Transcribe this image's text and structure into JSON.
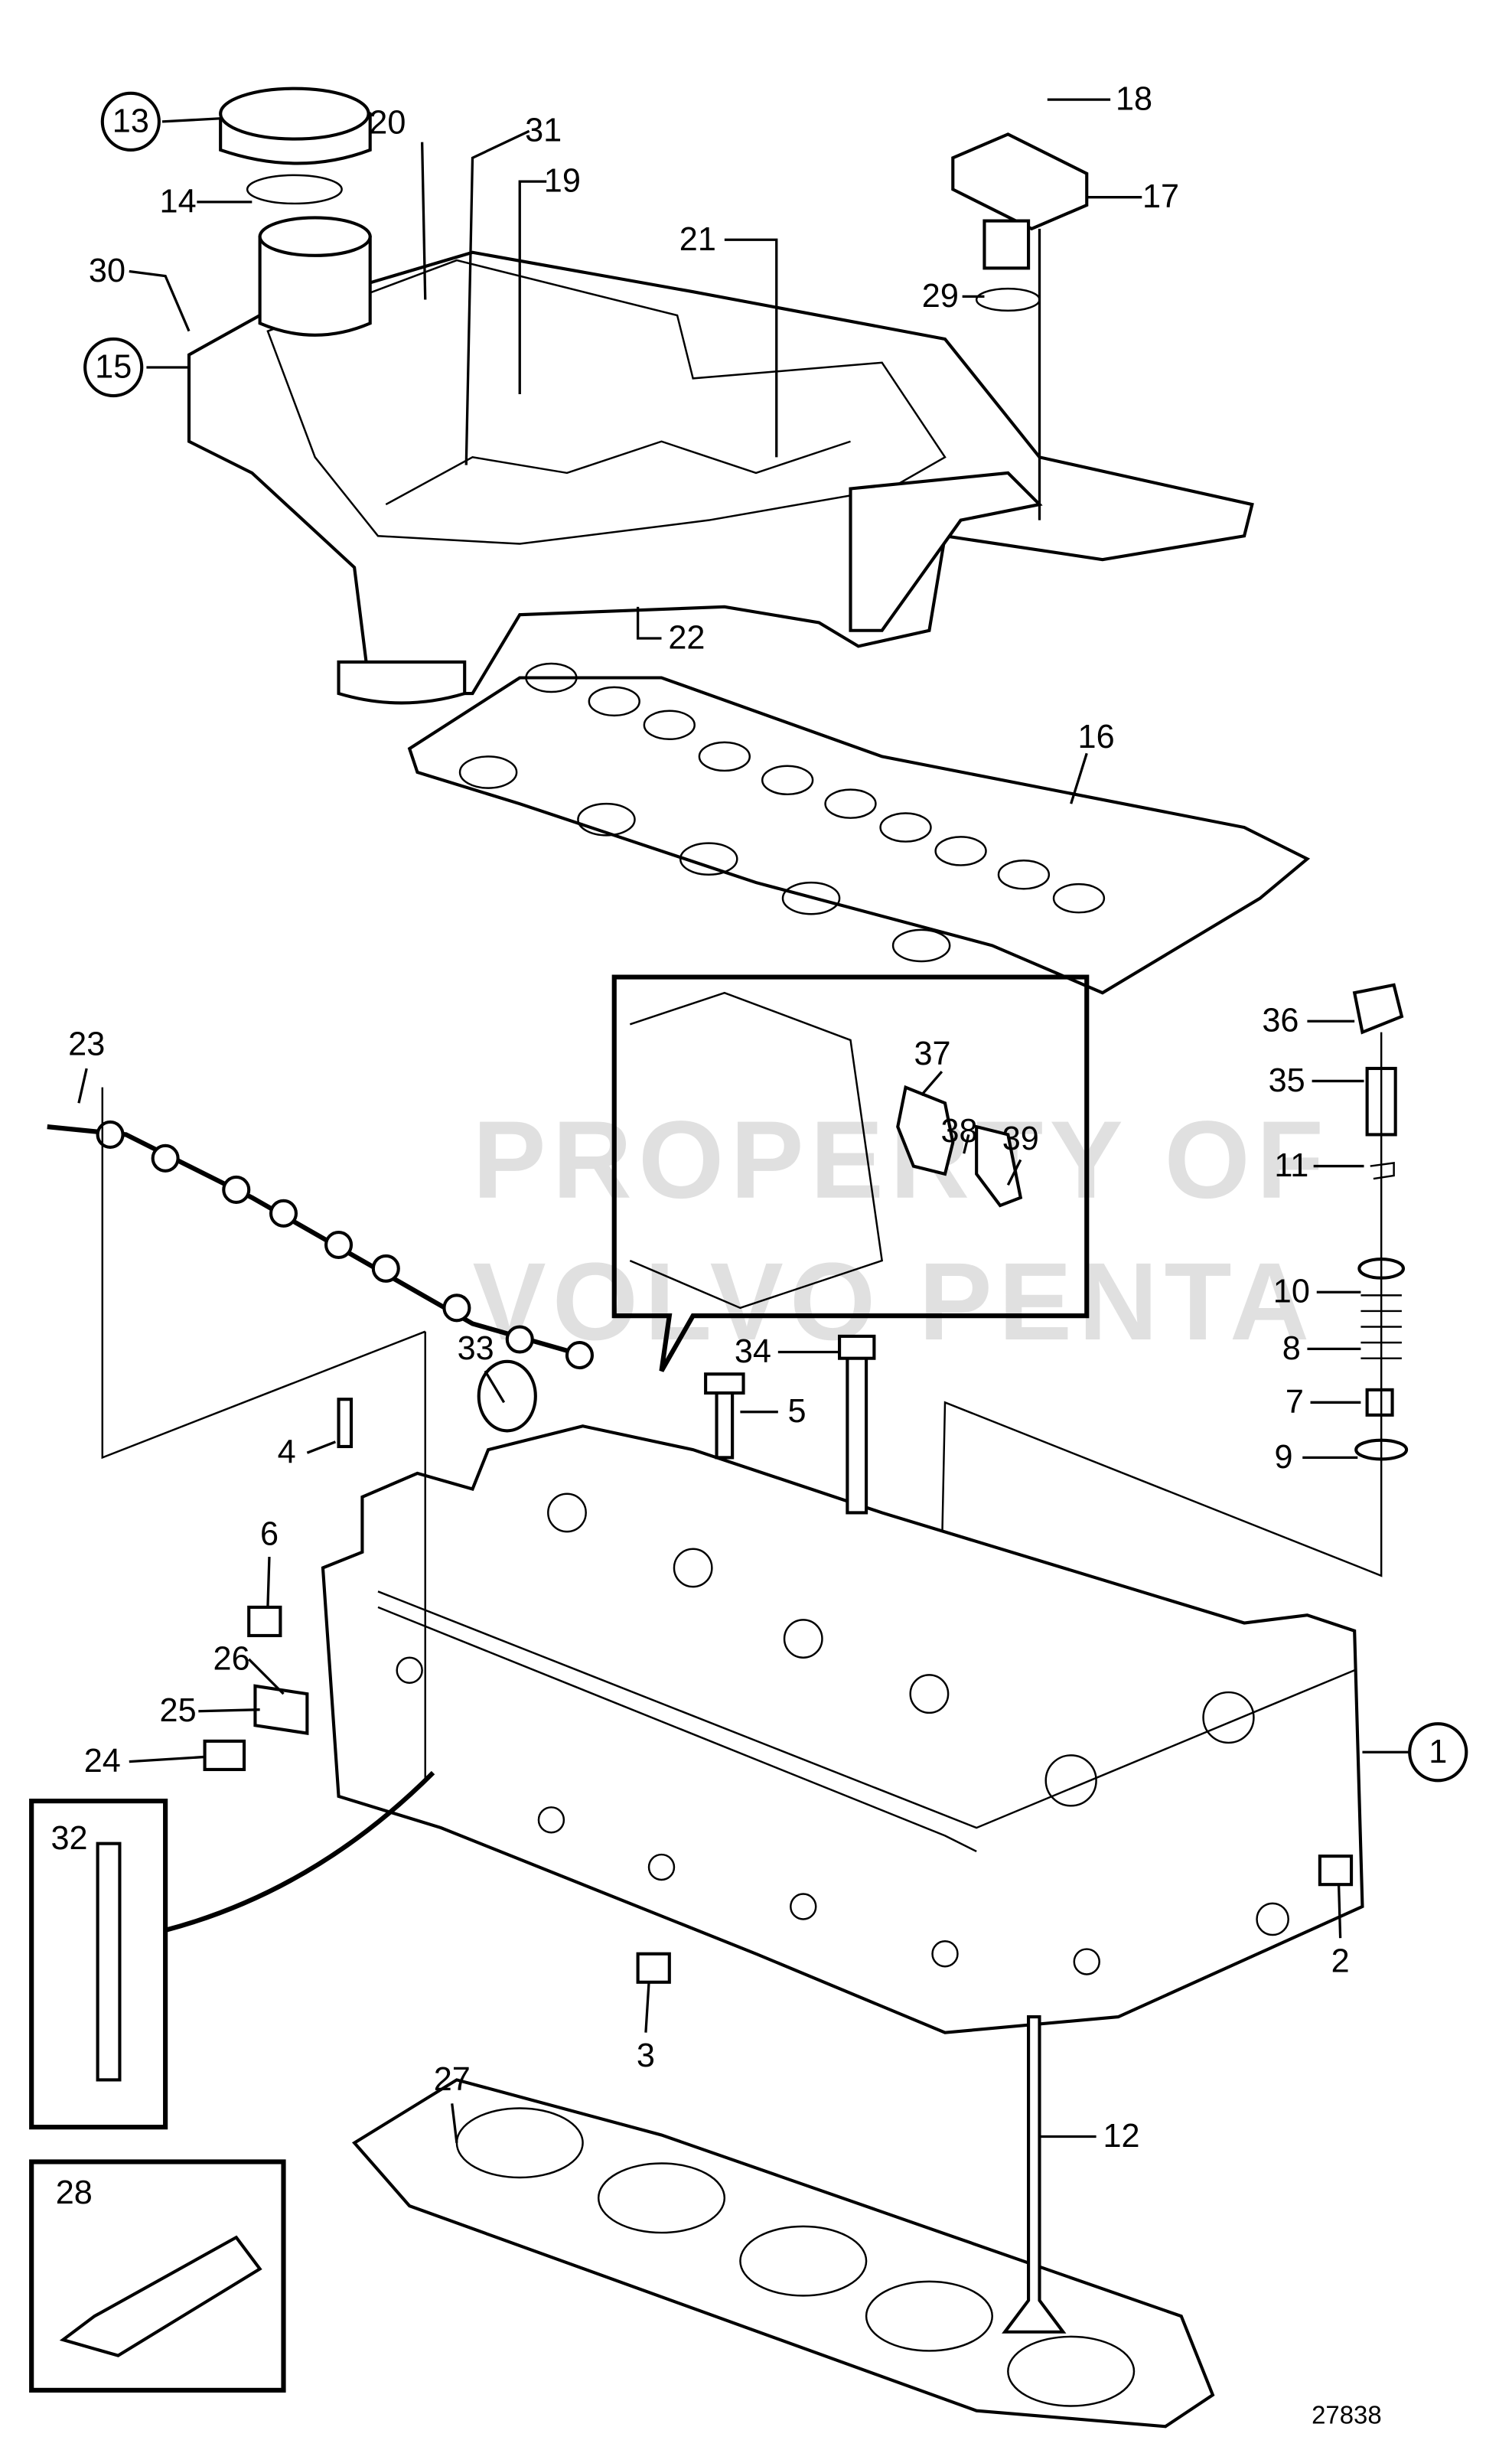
{
  "diagram": {
    "watermark": [
      "PROPERTY OF",
      "VOLVO PENTA"
    ],
    "figure_number": "27838",
    "callouts": {
      "c1": "1",
      "c2": "2",
      "c3": "3",
      "c4": "4",
      "c5": "5",
      "c6": "6",
      "c7": "7",
      "c8": "8",
      "c9": "9",
      "c10": "10",
      "c11": "11",
      "c12": "12",
      "c13": "13",
      "c14": "14",
      "c15": "15",
      "c16": "16",
      "c17": "17",
      "c18": "18",
      "c19": "19",
      "c20": "20",
      "c21": "21",
      "c22": "22",
      "c23": "23",
      "c24": "24",
      "c25": "25",
      "c26": "26",
      "c27": "27",
      "c28": "28",
      "c29": "29",
      "c30": "30",
      "c31": "31",
      "c32": "32",
      "c33": "33",
      "c34": "34",
      "c35": "35",
      "c36": "36",
      "c37": "37",
      "c38": "38",
      "c39": "39"
    },
    "circled_callouts": [
      "1",
      "13",
      "15"
    ]
  }
}
